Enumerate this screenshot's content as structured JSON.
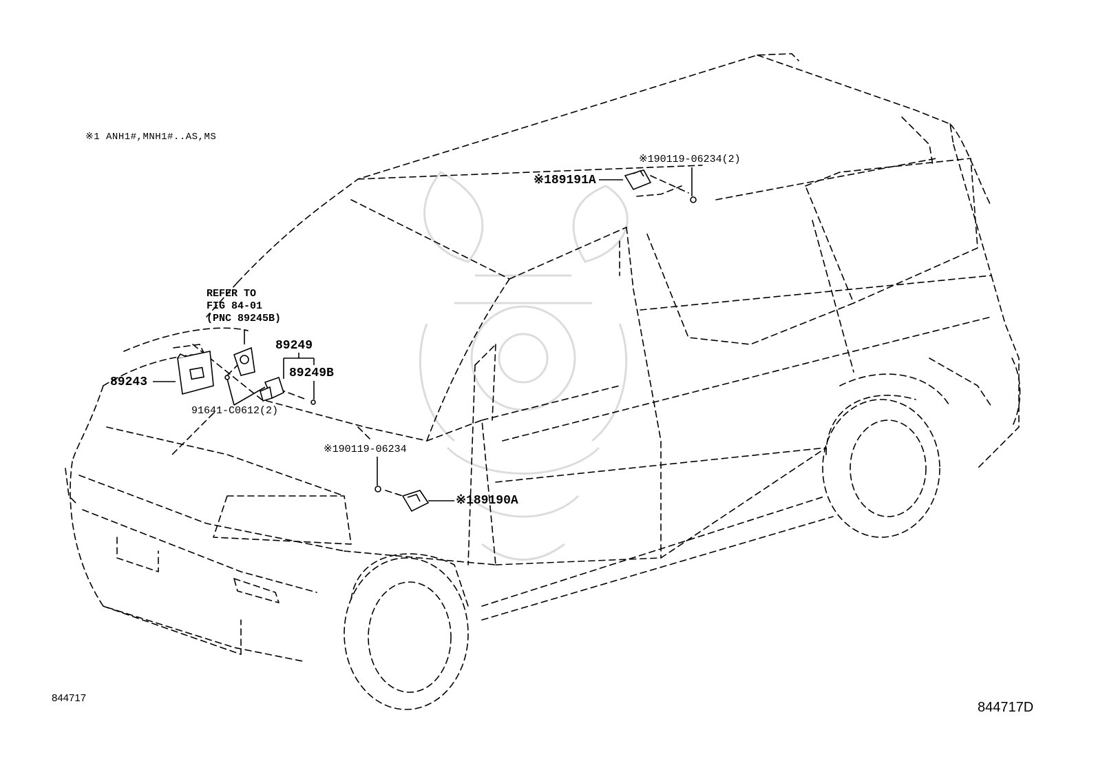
{
  "note": "※1  ANH1#,MNH1#..AS,MS",
  "refer": {
    "line1": "REFER TO",
    "line2": "FIG 84-01",
    "line3": "(PNC 89245B)"
  },
  "parts": {
    "p89243": "89243",
    "p89249": "89249",
    "p89249b": "89249B",
    "p91641": "91641-C0612(2)",
    "p90119_front": "※190119-06234",
    "p89190a": "※189190A",
    "p89191a": "※189191A",
    "p90119_rear": "※190119-06234(2)"
  },
  "codes": {
    "left": "844717",
    "right": "844717D"
  },
  "colors": {
    "line": "#000000",
    "watermark": "#d9d9d9",
    "background": "#ffffff"
  }
}
